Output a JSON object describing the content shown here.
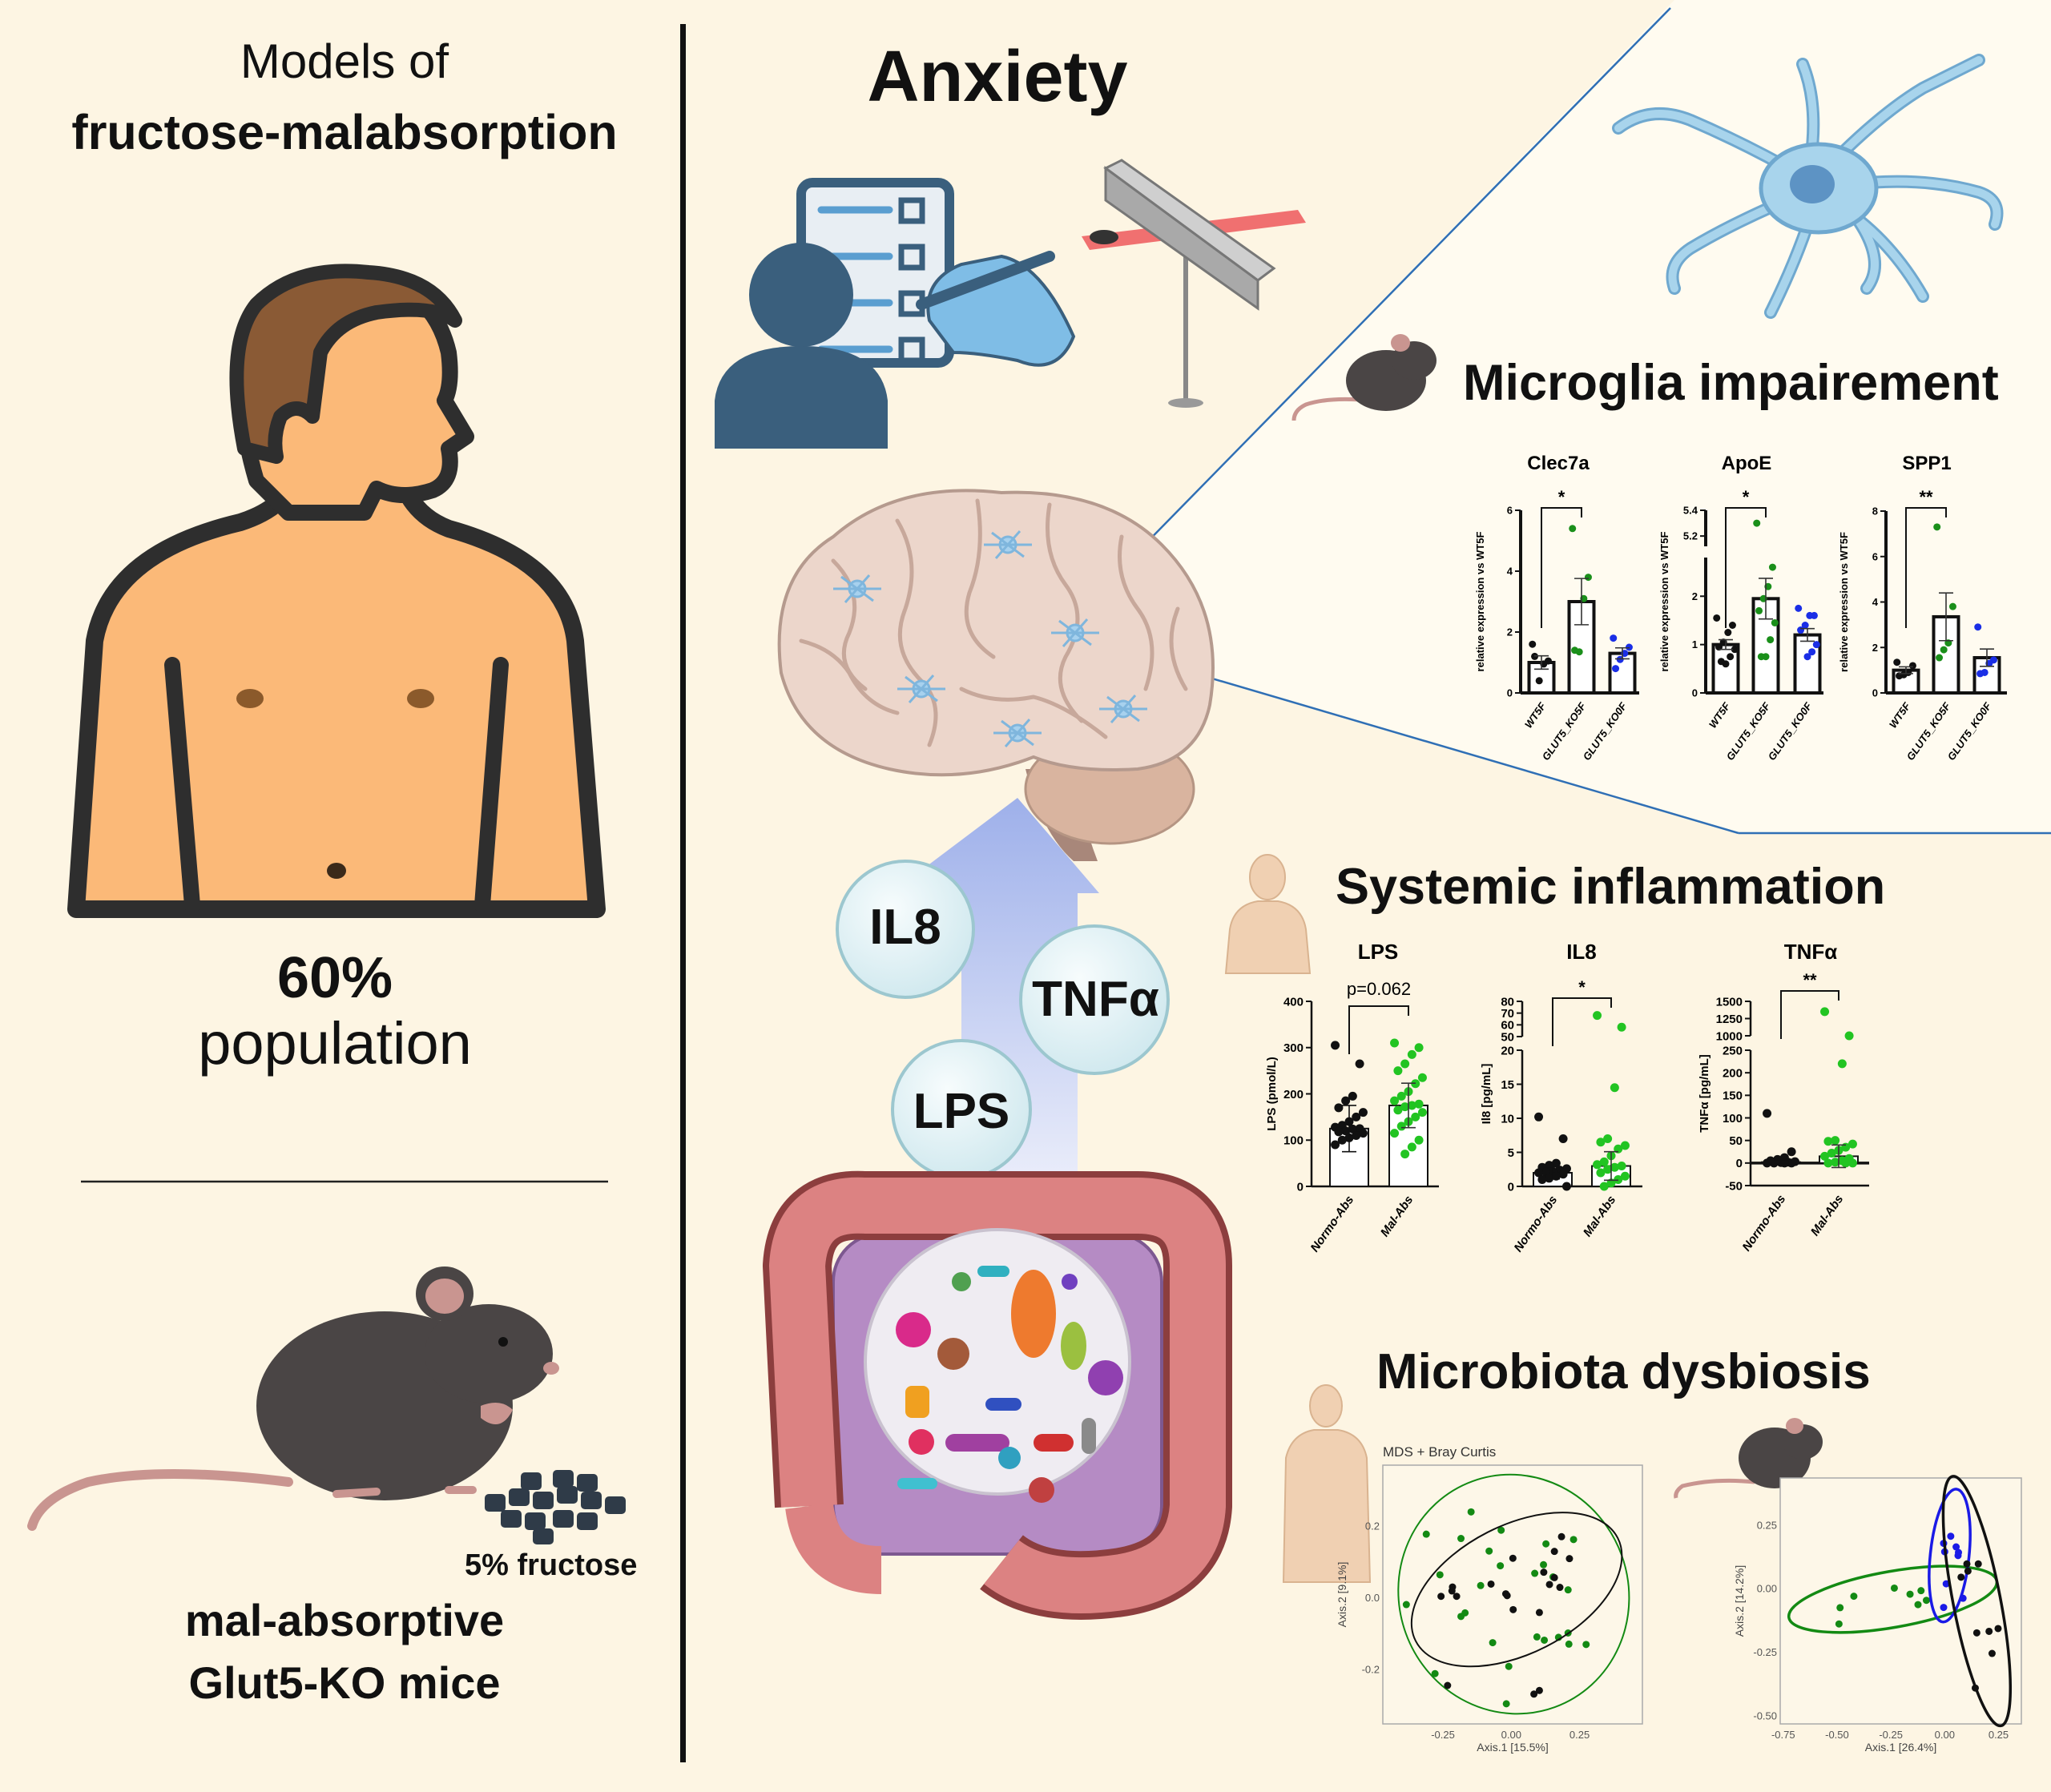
{
  "left_panel": {
    "title_line1": "Models of",
    "title_line2": "fructose-malabsorption",
    "prevalence_value": "60%",
    "prevalence_label": "population",
    "diet_label": "5% fructose",
    "model_line1": "mal-absorptive",
    "model_line2": "Glut5-KO mice"
  },
  "center_panel": {
    "title": "Anxiety",
    "bubbles": [
      "IL8",
      "TNFα",
      "LPS"
    ]
  },
  "sections": {
    "microglia_title": "Microglia impairement",
    "microglia_y_label": "relative expression vs WT5F",
    "inflammation_title": "Systemic inflammation",
    "microbiota_title": "Microbiota dysbiosis"
  },
  "colors": {
    "background": "#fdf5e3",
    "panel_light": "#fffbf0",
    "wt": "#111111",
    "ko5f": "#1a8f1a",
    "ko0f": "#1a2ee6",
    "mal_abs": "#22c422",
    "connector": "#2f6fb5"
  },
  "chart_data": [
    {
      "type": "bar",
      "title": "Clec7a",
      "ylabel": "relative expression vs WT5F",
      "categories": [
        "WT5F",
        "GLUT5_KO5F",
        "GLUT5_KO0F"
      ],
      "y_segments": [
        [
          0,
          6
        ]
      ],
      "y_ticks": [
        0,
        2,
        4,
        6
      ],
      "significance": "*",
      "series": [
        {
          "name": "WT5F",
          "color": "#111111",
          "mean": 1.0,
          "err": 0.22,
          "points": [
            1.6,
            1.05,
            0.95,
            0.4,
            1.2
          ]
        },
        {
          "name": "GLUT5_KO5F",
          "color": "#1a8f1a",
          "mean": 3.0,
          "err": 0.76,
          "points": [
            5.4,
            3.8,
            3.1,
            1.35,
            1.4
          ]
        },
        {
          "name": "GLUT5_KO0F",
          "color": "#1a2ee6",
          "mean": 1.3,
          "err": 0.18,
          "points": [
            1.8,
            1.5,
            1.3,
            1.1,
            0.8
          ]
        }
      ]
    },
    {
      "type": "bar",
      "title": "ApoE",
      "ylabel": "relative expression vs WT5F",
      "categories": [
        "WT5F",
        "GLUT5_KO5F",
        "GLUT5_KO0F"
      ],
      "y_segments": [
        [
          0,
          2.8
        ],
        [
          5.12,
          5.4
        ]
      ],
      "y_ticks": [
        0,
        1,
        2,
        5.2,
        5.4
      ],
      "significance": "*",
      "series": [
        {
          "name": "WT5F",
          "color": "#111111",
          "mean": 1.0,
          "err": 0.1,
          "points": [
            1.55,
            1.4,
            1.25,
            1.05,
            0.95,
            0.9,
            0.75,
            0.6,
            0.65
          ]
        },
        {
          "name": "GLUT5_KO5F",
          "color": "#1a8f1a",
          "mean": 1.95,
          "err": 0.42,
          "points": [
            5.3,
            2.6,
            2.2,
            1.95,
            1.7,
            1.45,
            1.1,
            0.75,
            0.75
          ]
        },
        {
          "name": "GLUT5_KO0F",
          "color": "#1a2ee6",
          "mean": 1.2,
          "err": 0.13,
          "points": [
            1.75,
            1.6,
            1.6,
            1.4,
            1.3,
            1.0,
            0.85,
            0.75
          ]
        }
      ]
    },
    {
      "type": "bar",
      "title": "SPP1",
      "ylabel": "relative expression vs WT5F",
      "categories": [
        "WT5F",
        "GLUT5_KO5F",
        "GLUT5_KO0F"
      ],
      "y_segments": [
        [
          0,
          8
        ]
      ],
      "y_ticks": [
        0,
        2,
        4,
        6,
        8
      ],
      "significance": "**",
      "series": [
        {
          "name": "WT5F",
          "color": "#111111",
          "mean": 1.0,
          "err": 0.15,
          "points": [
            1.35,
            1.2,
            0.9,
            0.8,
            0.75
          ]
        },
        {
          "name": "GLUT5_KO5F",
          "color": "#1a8f1a",
          "mean": 3.35,
          "err": 1.05,
          "points": [
            7.3,
            3.8,
            2.2,
            1.9,
            1.55
          ]
        },
        {
          "name": "GLUT5_KO0F",
          "color": "#1a2ee6",
          "mean": 1.55,
          "err": 0.38,
          "points": [
            2.9,
            1.45,
            1.3,
            0.9,
            0.85
          ]
        }
      ]
    },
    {
      "type": "bar",
      "title": "LPS",
      "ylabel": "LPS (pmol/L)",
      "categories": [
        "Normo-Abs",
        "Mal-Abs"
      ],
      "y_segments": [
        [
          0,
          400
        ]
      ],
      "y_ticks": [
        0,
        100,
        200,
        300,
        400
      ],
      "significance": "p=0.062",
      "series": [
        {
          "name": "Normo-Abs",
          "color": "#111111",
          "mean": 125,
          "err": 50,
          "points": [
            305,
            265,
            195,
            185,
            170,
            160,
            150,
            140,
            132,
            128,
            125,
            124,
            120,
            118,
            115,
            110,
            105,
            100,
            90
          ]
        },
        {
          "name": "Mal-Abs",
          "color": "#22c422",
          "mean": 175,
          "err": 48,
          "points": [
            310,
            300,
            285,
            265,
            250,
            235,
            222,
            205,
            195,
            185,
            178,
            175,
            172,
            165,
            160,
            150,
            140,
            130,
            115,
            100,
            85,
            70
          ]
        }
      ]
    },
    {
      "type": "bar",
      "title": "IL8",
      "ylabel": "Il8 [pg/mL]",
      "categories": [
        "Normo-Abs",
        "Mal-Abs"
      ],
      "y_segments": [
        [
          0,
          20
        ],
        [
          50,
          80
        ]
      ],
      "y_ticks": [
        0,
        5,
        10,
        15,
        20,
        50,
        60,
        70,
        80
      ],
      "significance": "*",
      "series": [
        {
          "name": "Normo-Abs",
          "color": "#111111",
          "mean": 2.0,
          "err": 0.9,
          "points": [
            10.2,
            7.0,
            3.4,
            3.1,
            2.8,
            2.6,
            2.4,
            2.2,
            2.1,
            2.0,
            1.8,
            1.5,
            1.2,
            1.0,
            0
          ]
        },
        {
          "name": "Mal-Abs",
          "color": "#22c422",
          "mean": 3.0,
          "err": 2.1,
          "points": [
            68,
            58,
            14.5,
            7.0,
            6.5,
            6.0,
            5.5,
            4.5,
            3.6,
            3.2,
            3.0,
            2.8,
            2.5,
            2.0,
            1.5,
            1.0,
            0.5,
            0
          ]
        }
      ]
    },
    {
      "type": "bar",
      "title": "TNFα",
      "ylabel": "TNFα [pg/mL]",
      "categories": [
        "Normo-Abs",
        "Mal-Abs"
      ],
      "y_segments": [
        [
          -50,
          250
        ],
        [
          1000,
          1500
        ]
      ],
      "y_ticks": [
        -50,
        0,
        50,
        100,
        150,
        200,
        250,
        1000,
        1250,
        1500
      ],
      "significance": "**",
      "zero_line": true,
      "series": [
        {
          "name": "Normo-Abs",
          "color": "#111111",
          "mean": 2,
          "err": 5,
          "points": [
            110,
            25,
            12,
            8,
            5,
            3,
            2,
            1,
            0,
            0,
            0,
            0
          ]
        },
        {
          "name": "Mal-Abs",
          "color": "#22c422",
          "mean": 15,
          "err": 25,
          "points": [
            1350,
            1000,
            220,
            50,
            48,
            42,
            35,
            28,
            22,
            15,
            10,
            5,
            2,
            0,
            0,
            0
          ]
        }
      ]
    },
    {
      "type": "scatter",
      "title": "MDS + Bray Curtis",
      "xlabel": "Axis.1   [15.5%]",
      "ylabel": "Axis.2   [9.1%]",
      "xlim": [
        -0.47,
        0.48
      ],
      "ylim": [
        -0.35,
        0.37
      ],
      "x_ticks": [
        {
          "v": -0.25,
          "label": "-0.25"
        },
        {
          "v": 0,
          "label": "0.00"
        },
        {
          "v": 0.25,
          "label": "0.25"
        }
      ],
      "y_ticks": [
        {
          "v": 0.2,
          "label": "0.2"
        },
        {
          "v": 0,
          "label": "0.0"
        },
        {
          "v": -0.2,
          "label": "-0.2"
        }
      ],
      "series": [
        {
          "name": "Mal-Abs",
          "color": "#138a13",
          "ellipse": {
            "cx": 0.009,
            "cy": 0.011,
            "a": 0.44,
            "b": 0.42,
            "angle": 70
          },
          "points": [
            [
              -0.147,
              0.24
            ],
            [
              -0.311,
              0.178
            ],
            [
              -0.184,
              0.166
            ],
            [
              -0.037,
              0.189
            ],
            [
              0.127,
              0.151
            ],
            [
              0.228,
              0.163
            ],
            [
              -0.081,
              0.131
            ],
            [
              -0.04,
              0.09
            ],
            [
              0.118,
              0.093
            ],
            [
              0.086,
              0.069
            ],
            [
              0.153,
              0.059
            ],
            [
              -0.261,
              0.065
            ],
            [
              -0.112,
              0.035
            ],
            [
              0.208,
              0.023
            ],
            [
              -0.384,
              -0.018
            ],
            [
              -0.169,
              -0.041
            ],
            [
              -0.184,
              -0.051
            ],
            [
              -0.068,
              -0.124
            ],
            [
              0.094,
              -0.108
            ],
            [
              0.121,
              -0.117
            ],
            [
              0.173,
              -0.109
            ],
            [
              0.208,
              -0.097
            ],
            [
              0.211,
              -0.128
            ],
            [
              0.274,
              -0.129
            ],
            [
              -0.009,
              -0.19
            ],
            [
              -0.279,
              -0.21
            ],
            [
              -0.018,
              -0.294
            ]
          ]
        },
        {
          "name": "Normo-Abs",
          "color": "#111111",
          "ellipse": {
            "cx": 0.02,
            "cy": 0.024,
            "a": 0.415,
            "b": 0.235,
            "angle": -27
          },
          "points": [
            [
              0.184,
              0.171
            ],
            [
              0.158,
              0.13
            ],
            [
              0.213,
              0.11
            ],
            [
              0.006,
              0.111
            ],
            [
              0.119,
              0.072
            ],
            [
              0.158,
              0.057
            ],
            [
              0.14,
              0.038
            ],
            [
              0.178,
              0.03
            ],
            [
              -0.074,
              0.039
            ],
            [
              -0.215,
              0.031
            ],
            [
              -0.217,
              0.02
            ],
            [
              -0.257,
              0.005
            ],
            [
              -0.2,
              0.005
            ],
            [
              -0.02,
              0.012
            ],
            [
              -0.015,
              0.007
            ],
            [
              0.007,
              -0.032
            ],
            [
              0.103,
              -0.04
            ],
            [
              -0.233,
              -0.243
            ],
            [
              0.083,
              -0.267
            ],
            [
              0.103,
              -0.257
            ]
          ]
        }
      ]
    },
    {
      "type": "scatter",
      "title": "",
      "xlabel": "Axis.1   [26.4%]",
      "ylabel": "Axis.2   [14.2%]",
      "xlim": [
        -0.764,
        0.356
      ],
      "ylim": [
        -0.53,
        0.437
      ],
      "x_ticks": [
        {
          "v": -0.75,
          "label": "-0.75"
        },
        {
          "v": -0.5,
          "label": "-0.50"
        },
        {
          "v": -0.25,
          "label": "-0.25"
        },
        {
          "v": 0,
          "label": "0.00"
        },
        {
          "v": 0.25,
          "label": "0.25"
        }
      ],
      "y_ticks": [
        {
          "v": 0.25,
          "label": "0.25"
        },
        {
          "v": 0,
          "label": "0.00"
        },
        {
          "v": -0.25,
          "label": "-0.25"
        },
        {
          "v": -0.5,
          "label": "-0.50"
        }
      ],
      "series": [
        {
          "name": "GLUT5_KO5F",
          "color": "#138a13",
          "ellipse": {
            "cx": -0.241,
            "cy": -0.04,
            "a": 0.49,
            "b": 0.13,
            "angle": -10
          },
          "points": [
            [
              -0.486,
              -0.073
            ],
            [
              -0.491,
              -0.137
            ],
            [
              -0.422,
              -0.028
            ],
            [
              -0.234,
              0.004
            ],
            [
              -0.161,
              -0.02
            ],
            [
              -0.11,
              -0.006
            ],
            [
              -0.085,
              -0.044
            ],
            [
              -0.124,
              -0.061
            ]
          ]
        },
        {
          "name": "GLUT5_KO0F",
          "color": "#1a1ae6",
          "ellipse": {
            "cx": 0.023,
            "cy": 0.132,
            "a": 0.31,
            "b": 0.09,
            "angle": 96
          },
          "points": [
            [
              0.028,
              0.208
            ],
            [
              -0.005,
              0.18
            ],
            [
              0.053,
              0.166
            ],
            [
              0.0,
              0.147
            ],
            [
              0.064,
              0.144
            ],
            [
              0.062,
              0.132
            ],
            [
              0.007,
              0.021
            ],
            [
              0.085,
              -0.036
            ],
            [
              -0.005,
              -0.072
            ]
          ]
        },
        {
          "name": "WT5F",
          "color": "#111111",
          "ellipse": {
            "cx": 0.149,
            "cy": -0.047,
            "a": 0.59,
            "b": 0.11,
            "angle": 79
          },
          "points": [
            [
              0.103,
              0.099
            ],
            [
              0.156,
              0.099
            ],
            [
              0.108,
              0.071
            ],
            [
              0.076,
              0.047
            ],
            [
              0.149,
              -0.172
            ],
            [
              0.206,
              -0.166
            ],
            [
              0.248,
              -0.155
            ],
            [
              0.22,
              -0.253
            ],
            [
              0.142,
              -0.389
            ]
          ]
        }
      ]
    }
  ]
}
